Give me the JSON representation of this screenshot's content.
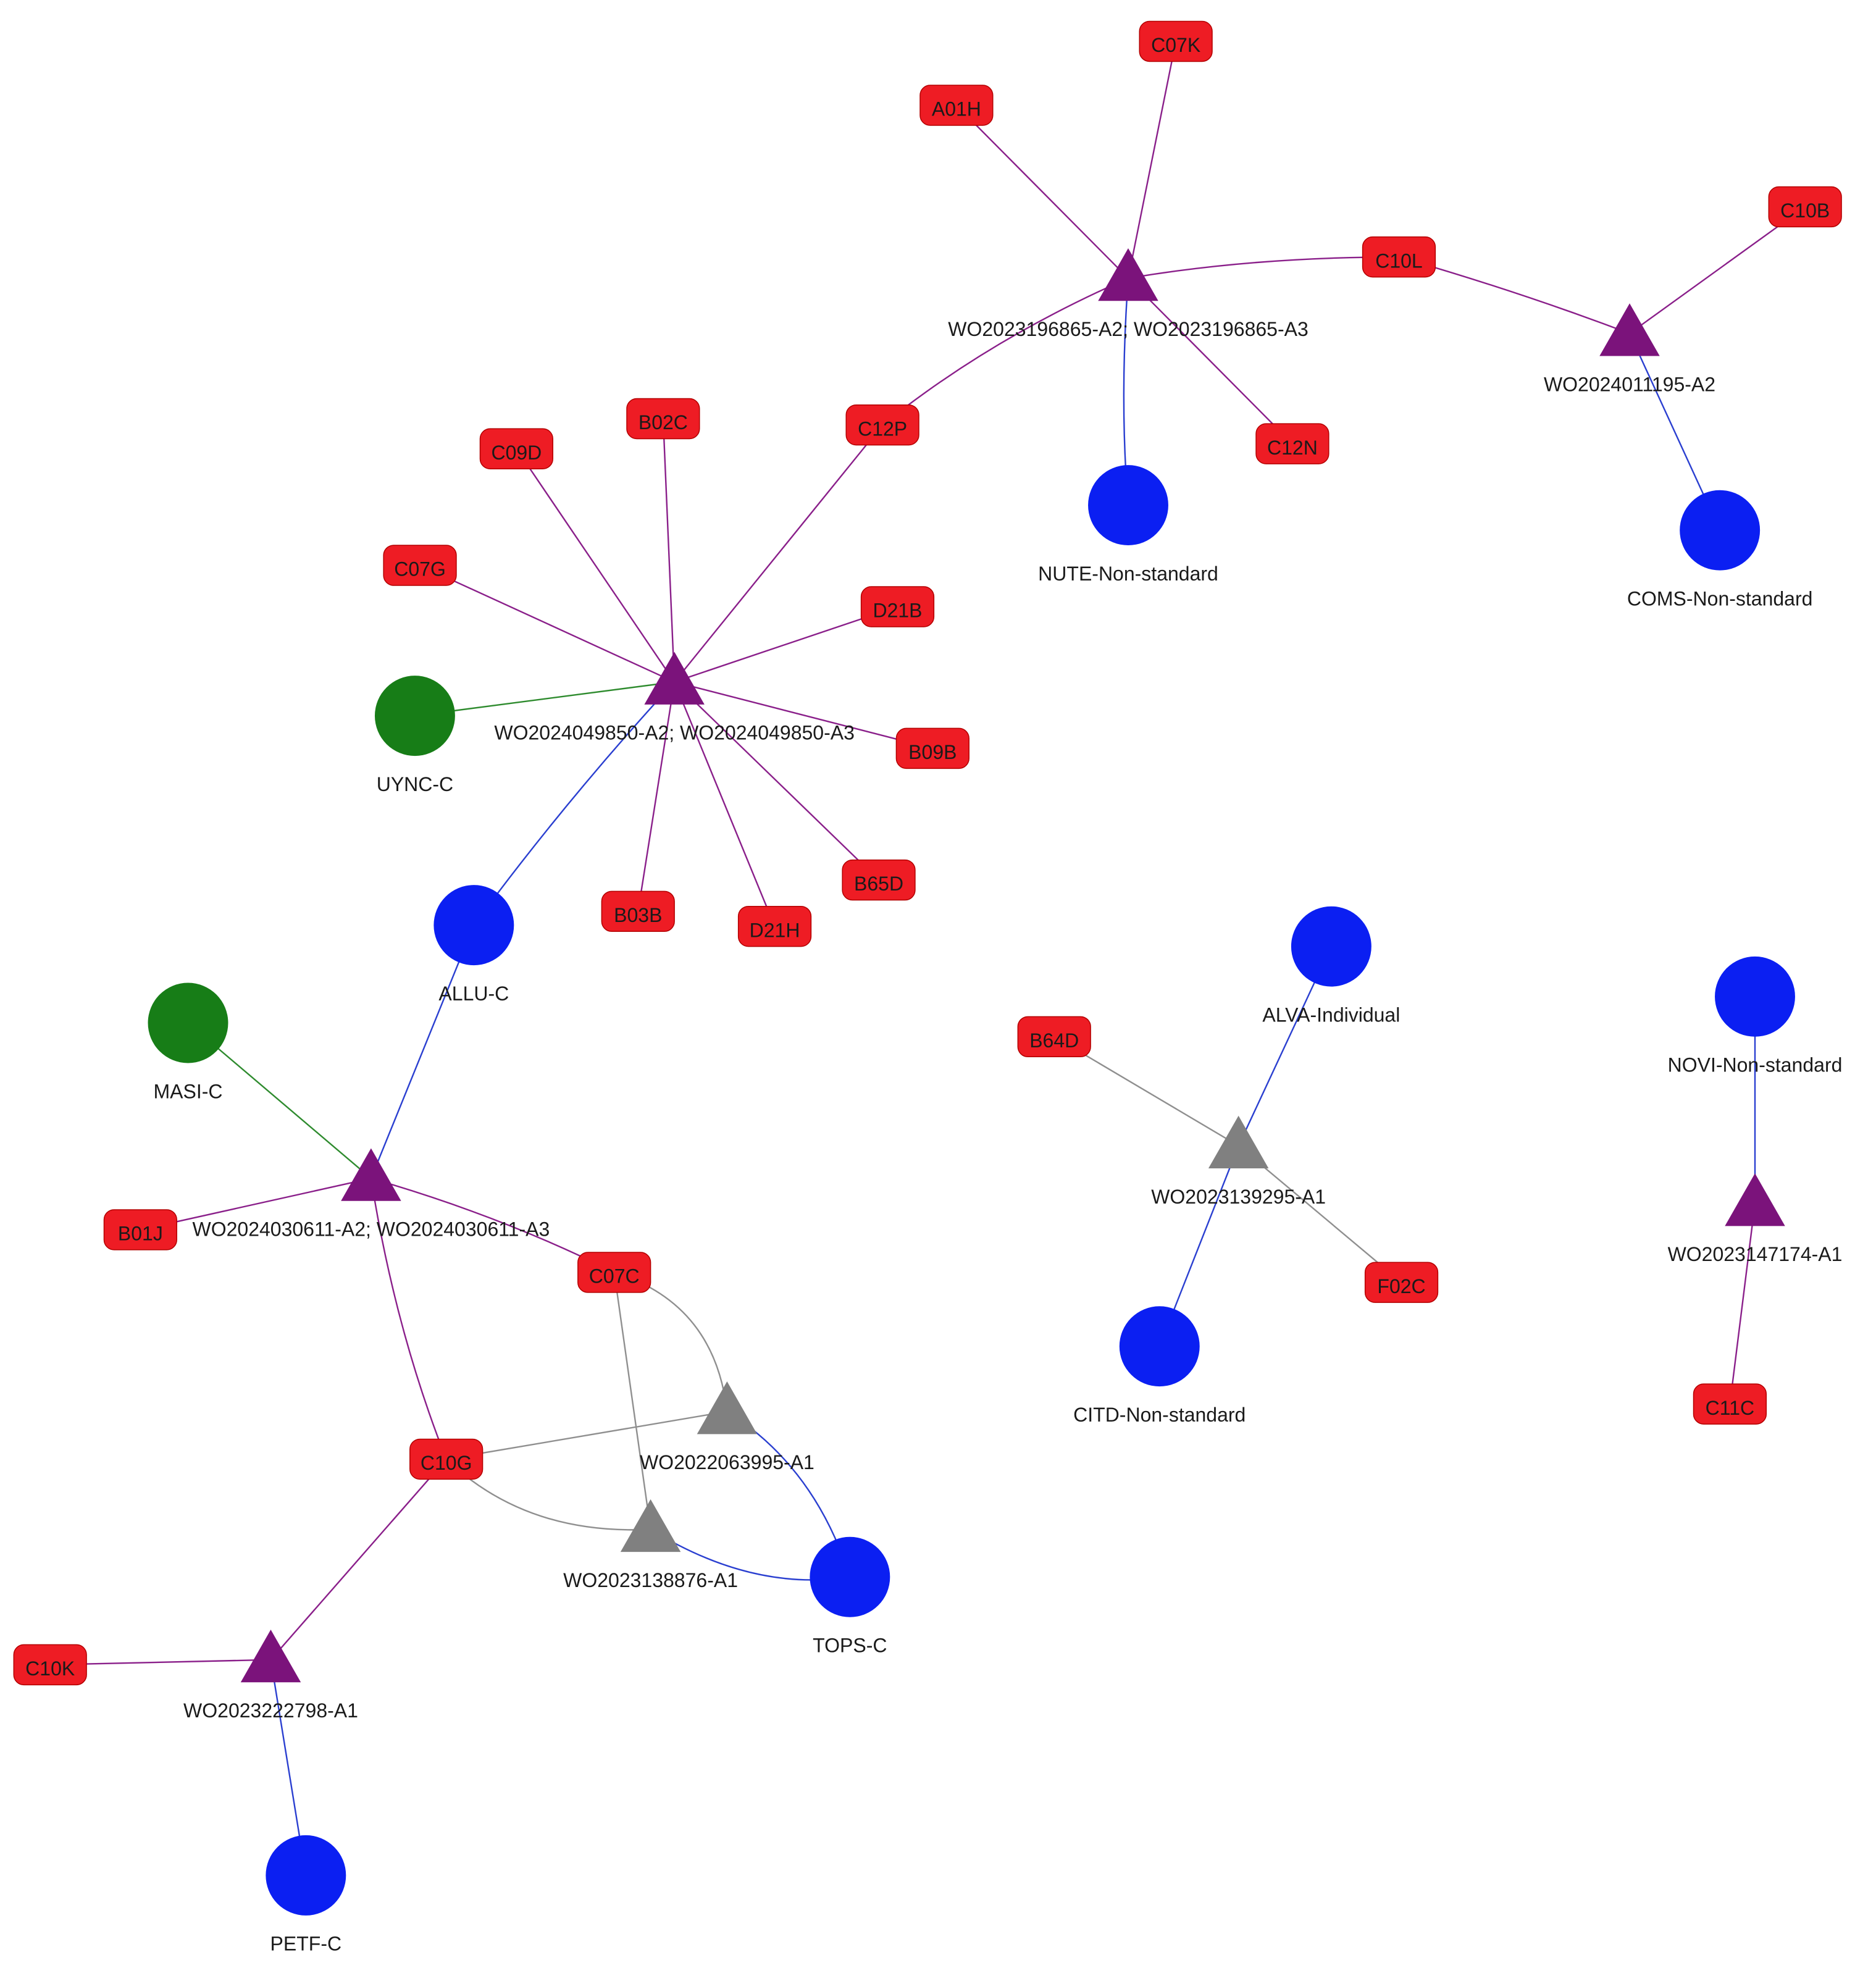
{
  "colors": {
    "patent_node": "#7b137b",
    "patent_node_gray": "#808080",
    "code_node": "#ee1c24",
    "assignee_blue": "#0b1ff2",
    "assignee_green": "#177d17",
    "edge_purple": "#8a1f8a",
    "edge_blue": "#2a3fd0",
    "edge_green": "#2e8b2e",
    "edge_gray": "#8f8f8f"
  },
  "legend_shapes": {
    "triangle": "patent-icon",
    "rounded-rect": "ipc-code-icon",
    "circle": "assignee-icon"
  },
  "nodes": {
    "patents": [
      {
        "id": "p1",
        "label": "WO2023196865-A2;  WO2023196865-A3",
        "color": "purple"
      },
      {
        "id": "p2",
        "label": "WO2024011195-A2",
        "color": "purple"
      },
      {
        "id": "p3",
        "label": "WO2024049850-A2;  WO2024049850-A3",
        "color": "purple"
      },
      {
        "id": "p4",
        "label": "WO2024030611-A2;  WO2024030611-A3",
        "color": "purple"
      },
      {
        "id": "p5",
        "label": "WO2022063995-A1",
        "color": "gray"
      },
      {
        "id": "p6",
        "label": "WO2023138876-A1",
        "color": "gray"
      },
      {
        "id": "p7",
        "label": "WO2023222798-A1",
        "color": "purple"
      },
      {
        "id": "p8",
        "label": "WO2023139295-A1",
        "color": "gray"
      },
      {
        "id": "p9",
        "label": "WO2023147174-A1",
        "color": "purple"
      }
    ],
    "codes": [
      {
        "id": "C07K",
        "label": "C07K"
      },
      {
        "id": "A01H",
        "label": "A01H"
      },
      {
        "id": "C10L",
        "label": "C10L"
      },
      {
        "id": "C10B",
        "label": "C10B"
      },
      {
        "id": "C12N",
        "label": "C12N"
      },
      {
        "id": "C12P",
        "label": "C12P"
      },
      {
        "id": "B02C",
        "label": "B02C"
      },
      {
        "id": "C09D",
        "label": "C09D"
      },
      {
        "id": "C07G",
        "label": "C07G"
      },
      {
        "id": "D21B",
        "label": "D21B"
      },
      {
        "id": "B09B",
        "label": "B09B"
      },
      {
        "id": "B65D",
        "label": "B65D"
      },
      {
        "id": "D21H",
        "label": "D21H"
      },
      {
        "id": "B03B",
        "label": "B03B"
      },
      {
        "id": "B01J",
        "label": "B01J"
      },
      {
        "id": "C07C",
        "label": "C07C"
      },
      {
        "id": "C10G",
        "label": "C10G"
      },
      {
        "id": "C10K",
        "label": "C10K"
      },
      {
        "id": "B64D",
        "label": "B64D"
      },
      {
        "id": "F02C",
        "label": "F02C"
      },
      {
        "id": "C11C",
        "label": "C11C"
      }
    ],
    "assignees": [
      {
        "id": "NUTE",
        "label": "NUTE-Non-standard",
        "color": "blue"
      },
      {
        "id": "COMS",
        "label": "COMS-Non-standard",
        "color": "blue"
      },
      {
        "id": "UYNC",
        "label": "UYNC-C",
        "color": "green"
      },
      {
        "id": "ALLU",
        "label": "ALLU-C",
        "color": "blue"
      },
      {
        "id": "MASI",
        "label": "MASI-C",
        "color": "green"
      },
      {
        "id": "TOPS",
        "label": "TOPS-C",
        "color": "blue"
      },
      {
        "id": "PETF",
        "label": "PETF-C",
        "color": "blue"
      },
      {
        "id": "ALVA",
        "label": "ALVA-Individual",
        "color": "blue"
      },
      {
        "id": "CITD",
        "label": "CITD-Non-standard",
        "color": "blue"
      },
      {
        "id": "NOVI",
        "label": "NOVI-Non-standard",
        "color": "blue"
      }
    ]
  },
  "edges": [
    [
      "p1",
      "C07K",
      "purple"
    ],
    [
      "p1",
      "A01H",
      "purple"
    ],
    [
      "p1",
      "C10L",
      "purple"
    ],
    [
      "p1",
      "C12N",
      "purple"
    ],
    [
      "p1",
      "C12P",
      "purple"
    ],
    [
      "p1",
      "NUTE",
      "blue"
    ],
    [
      "p2",
      "C10L",
      "purple"
    ],
    [
      "p2",
      "C10B",
      "purple"
    ],
    [
      "p2",
      "COMS",
      "blue"
    ],
    [
      "p3",
      "C12P",
      "purple"
    ],
    [
      "p3",
      "B02C",
      "purple"
    ],
    [
      "p3",
      "C09D",
      "purple"
    ],
    [
      "p3",
      "C07G",
      "purple"
    ],
    [
      "p3",
      "D21B",
      "purple"
    ],
    [
      "p3",
      "B09B",
      "purple"
    ],
    [
      "p3",
      "B65D",
      "purple"
    ],
    [
      "p3",
      "D21H",
      "purple"
    ],
    [
      "p3",
      "B03B",
      "purple"
    ],
    [
      "p3",
      "UYNC",
      "green"
    ],
    [
      "p3",
      "ALLU",
      "blue"
    ],
    [
      "p4",
      "ALLU",
      "blue"
    ],
    [
      "p4",
      "MASI",
      "green"
    ],
    [
      "p4",
      "B01J",
      "purple"
    ],
    [
      "p4",
      "C07C",
      "purple"
    ],
    [
      "p4",
      "C10G",
      "purple"
    ],
    [
      "p5",
      "C07C",
      "gray"
    ],
    [
      "p5",
      "C10G",
      "gray"
    ],
    [
      "p5",
      "TOPS",
      "blue"
    ],
    [
      "p6",
      "C07C",
      "gray"
    ],
    [
      "p6",
      "C10G",
      "gray"
    ],
    [
      "p6",
      "TOPS",
      "blue"
    ],
    [
      "p7",
      "C10G",
      "purple"
    ],
    [
      "p7",
      "C10K",
      "purple"
    ],
    [
      "p7",
      "PETF",
      "blue"
    ],
    [
      "p8",
      "B64D",
      "gray"
    ],
    [
      "p8",
      "F02C",
      "gray"
    ],
    [
      "p8",
      "ALVA",
      "blue"
    ],
    [
      "p8",
      "CITD",
      "blue"
    ],
    [
      "p9",
      "NOVI",
      "blue"
    ],
    [
      "p9",
      "C11C",
      "purple"
    ]
  ]
}
